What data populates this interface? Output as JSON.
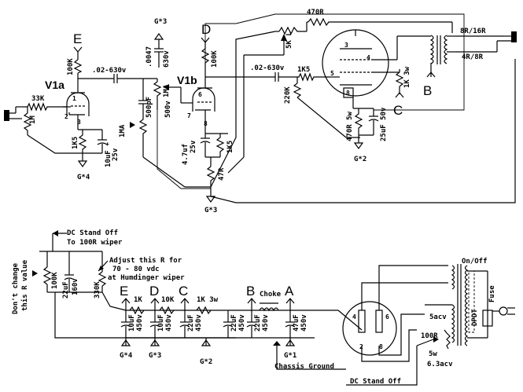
{
  "labels": {
    "tube_v1a": "V1a",
    "tube_v1b": "V1b",
    "node_a": "A",
    "node_b": "B",
    "node_c": "C",
    "node_d": "D",
    "node_e": "E",
    "ground_1": "G*1",
    "ground_2": "G*2",
    "ground_3": "G*3",
    "ground_4": "G*4"
  },
  "components": {
    "r_input_33k": "33K",
    "r_input_1m": "1M",
    "r_plate_v1a": "100K",
    "r_cathode_v1a": "1K5",
    "c_cathode_v1a_value": "10uF",
    "c_cathode_v1a_voltage": "25v",
    "c_coupling_1": ".02-630v",
    "c_tone_value": ".0047",
    "c_tone_voltage": "630v",
    "pot_1ma_top": "1MA",
    "c_500pf_value": "500pF",
    "c_500pf_voltage": "500v",
    "pot_1ma_vol": "1MA",
    "r_plate_v1b": "100K",
    "c_cathode_v1b_value": "4.7uf",
    "c_cathode_v1b_voltage": "25v",
    "r_cathode_v1b": "1K5",
    "r_47r": "47R",
    "c_coupling_2": ".02-630v",
    "r_grid_1k5": "1K5",
    "r_grid_220k": "220K",
    "pot_5k": "5K L",
    "r_470r_top": "470R",
    "r_screen_1k": "1K 3w",
    "r_cathode_470r": "470R 5w",
    "c_cathode_25uf": "25uF 50v",
    "output_tap": "8R/16R",
    "output_tap_2": "4R/8R",
    "power_note_1": "DC Stand Off",
    "power_note_2": "To 100R wiper",
    "adjust_note_1": "Adjust this R for",
    "adjust_note_2": "70 - 80 vdc",
    "adjust_note_3": "at Humdinger wiper",
    "dont_change_1": "Don't change",
    "dont_change_2": "this R value",
    "ps_r_100k": "100K",
    "ps_c_22uf_a": "22uF",
    "ps_c_22uf_a_v": "160v",
    "ps_r_330k": "330K",
    "ps_r_1k": "1K",
    "ps_r_10k": "10K",
    "ps_r_1k_3w": "1K 3w",
    "choke": "Choke",
    "ps_c_e_value": "10uF",
    "ps_c_e_voltage": "450v",
    "ps_c_d_value": "10uF",
    "ps_c_d_voltage": "450v",
    "ps_c_c_value": "22uF",
    "ps_c_c_voltage": "450v",
    "ps_c_b1_value": "22uF",
    "ps_c_b1_voltage": "450v",
    "ps_c_b2_value": "22uF",
    "ps_c_b2_voltage": "450v",
    "ps_c_a_value": "47uF",
    "ps_c_a_voltage": "450v",
    "chassis_ground": "Chassis Ground",
    "dc_standoff_bottom": "DC Stand Off",
    "onoff": "On/Off",
    "dpdt": "DPDT",
    "fuse": "Fuse",
    "heater_5acv": "5acv",
    "humdinger_100r": "100R",
    "humdinger_5w": "5w",
    "heater_63acv": "6.3acv",
    "rect_pin_4": "4",
    "rect_pin_6": "6",
    "rect_pin_2": "2",
    "rect_pin_8": "8",
    "pin_1a": "1",
    "pin_2a": "2",
    "pin_3a": "3",
    "pin_6b": "6",
    "pin_7b": "7",
    "pin_8b": "8",
    "out_pin_3": "3",
    "out_pin_4": "4",
    "out_pin_5": "5",
    "out_pin_8": "8"
  }
}
